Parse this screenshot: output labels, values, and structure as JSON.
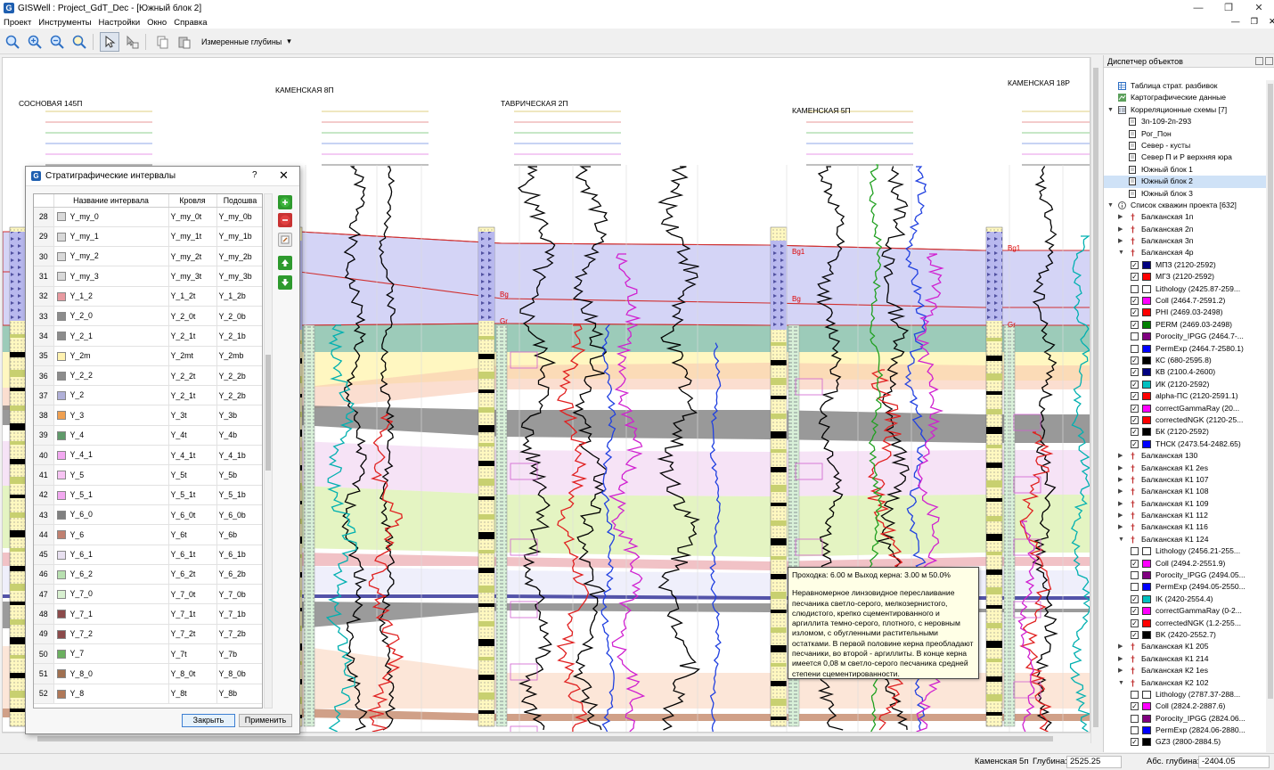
{
  "window": {
    "title": "GISWell : Project_GdT_Dec - [Южный блок 2]",
    "logo": "G",
    "min": "—",
    "max": "❐",
    "close": "✕",
    "inner_min": "—",
    "inner_max": "❐",
    "inner_close": "✕"
  },
  "menu": [
    "Проект",
    "Инструменты",
    "Настройки",
    "Окно",
    "Справка"
  ],
  "toolbar": {
    "depth_mode": "Измеренные глубины",
    "dropdown": "▾"
  },
  "wells": [
    {
      "name": "СОСНОВАЯ 145П"
    },
    {
      "name": "КАМЕНСКАЯ 8П"
    },
    {
      "name": "ТАВРИЧЕСКАЯ 2П"
    },
    {
      "name": "КАМЕНСКАЯ 5П"
    },
    {
      "name": "КАМЕНСКАЯ 18Р"
    }
  ],
  "markers": [
    "Bg1",
    "Bg",
    "Gr"
  ],
  "tooltip": {
    "line1": "Проходка: 6.00 м  Выход керна: 3.00 м 50.0%",
    "body": "Неравномерное линзовидное переслаивание песчаника светло-серого, мелкозернистого, слюдистого, крепко сцементированного и аргиллита темно-серого, плотного, с неровным изломом, с обугленными растительными остатками. В первой половине керна преобладают песчаники, во второй - аргиллиты. В конце керна имеется 0,08 м светло-серого песчаника средней степени сцементированности."
  },
  "dialog": {
    "logo": "G",
    "title": "Стратиграфические интервалы",
    "help": "?",
    "close": "✕",
    "columns": [
      "Название интервала",
      "Кровля",
      "Подошва"
    ],
    "rows": [
      {
        "n": "28",
        "name": "Y_my_0",
        "top": "Y_my_0t",
        "bot": "Y_my_0b",
        "color": "#d9d9d9"
      },
      {
        "n": "29",
        "name": "Y_my_1",
        "top": "Y_my_1t",
        "bot": "Y_my_1b",
        "color": "#d9d9d9"
      },
      {
        "n": "30",
        "name": "Y_my_2",
        "top": "Y_my_2t",
        "bot": "Y_my_2b",
        "color": "#d9d9d9"
      },
      {
        "n": "31",
        "name": "Y_my_3",
        "top": "Y_my_3t",
        "bot": "Y_my_3b",
        "color": "#d9d9d9"
      },
      {
        "n": "32",
        "name": "Y_1_2",
        "top": "Y_1_2t",
        "bot": "Y_1_2b",
        "color": "#e89aa0"
      },
      {
        "n": "33",
        "name": "Y_2_0",
        "top": "Y_2_0t",
        "bot": "Y_2_0b",
        "color": "#8c8c8c"
      },
      {
        "n": "34",
        "name": "Y_2_1",
        "top": "Y_2_1t",
        "bot": "Y_2_1b",
        "color": "#8c8c8c"
      },
      {
        "n": "35",
        "name": "Y_2m",
        "top": "Y_2mt",
        "bot": "Y_2mb",
        "color": "#fff2b0"
      },
      {
        "n": "36",
        "name": "Y_2_2",
        "top": "Y_2_2t",
        "bot": "Y_2_2b",
        "color": "#8c8c8c"
      },
      {
        "n": "37",
        "name": "Y_2",
        "top": "Y_2_1t",
        "bot": "Y_2_2b",
        "color": "#b0b0d8"
      },
      {
        "n": "38",
        "name": "Y_3",
        "top": "Y_3t",
        "bot": "Y_3b",
        "color": "#f0a050"
      },
      {
        "n": "39",
        "name": "Y_4",
        "top": "Y_4t",
        "bot": "Y_4b",
        "color": "#5f9a6a"
      },
      {
        "n": "40",
        "name": "Y_4_1",
        "top": "Y_4_1t",
        "bot": "Y_4_1b",
        "color": "#f2a8f0"
      },
      {
        "n": "41",
        "name": "Y_5",
        "top": "Y_5t",
        "bot": "Y_5b",
        "color": "#f7c3f3"
      },
      {
        "n": "42",
        "name": "Y_5_1",
        "top": "Y_5_1t",
        "bot": "Y_5_1b",
        "color": "#f2a8f0"
      },
      {
        "n": "43",
        "name": "Y_6_0",
        "top": "Y_6_0t",
        "bot": "Y_6_0b",
        "color": "#808080"
      },
      {
        "n": "44",
        "name": "Y_6",
        "top": "Y_6t",
        "bot": "Y_6b",
        "color": "#c08070"
      },
      {
        "n": "45",
        "name": "Y_6_1",
        "top": "Y_6_1t",
        "bot": "Y_6_1b",
        "color": "#e8e0f0"
      },
      {
        "n": "46",
        "name": "Y_6_2",
        "top": "Y_6_2t",
        "bot": "Y_6_2b",
        "color": "#b8e0b0"
      },
      {
        "n": "47",
        "name": "Y_7_0",
        "top": "Y_7_0t",
        "bot": "Y_7_0b",
        "color": "#d8f0d0"
      },
      {
        "n": "48",
        "name": "Y_7_1",
        "top": "Y_7_1t",
        "bot": "Y_7_1b",
        "color": "#8b4a4a"
      },
      {
        "n": "49",
        "name": "Y_7_2",
        "top": "Y_7_2t",
        "bot": "Y_7_2b",
        "color": "#8b4a4a"
      },
      {
        "n": "50",
        "name": "Y_7",
        "top": "Y_7t",
        "bot": "Y_7b",
        "color": "#6cb060"
      },
      {
        "n": "51",
        "name": "Y_8_0",
        "top": "Y_8_0t",
        "bot": "Y_8_0b",
        "color": "#a07050"
      },
      {
        "n": "52",
        "name": "Y_8",
        "top": "Y_8t",
        "bot": "Y_8b",
        "color": "#b07858"
      }
    ],
    "close_btn": "Закрыть",
    "apply_btn": "Применить"
  },
  "panel": {
    "title": "Диспетчер объектов",
    "items": [
      {
        "level": 0,
        "arrow": "",
        "icon": "table",
        "label": "Таблица страт. разбивок"
      },
      {
        "level": 0,
        "arrow": "",
        "icon": "map",
        "label": "Картографические данные"
      },
      {
        "level": 0,
        "arrow": "▼",
        "icon": "scheme",
        "label": "Корреляционные схемы [7]"
      },
      {
        "level": 1,
        "arrow": "",
        "icon": "doc",
        "label": "3п-109-2п-293"
      },
      {
        "level": 1,
        "arrow": "",
        "icon": "doc",
        "label": "Рог_Пон"
      },
      {
        "level": 1,
        "arrow": "",
        "icon": "doc",
        "label": "Север - кусты"
      },
      {
        "level": 1,
        "arrow": "",
        "icon": "doc",
        "label": "Север П и Р верхняя юра"
      },
      {
        "level": 1,
        "arrow": "",
        "icon": "doc",
        "label": "Южный блок 1"
      },
      {
        "level": 1,
        "arrow": "",
        "icon": "doc",
        "label": "Южный блок 2",
        "selected": true
      },
      {
        "level": 1,
        "arrow": "",
        "icon": "doc",
        "label": "Южный блок 3"
      },
      {
        "level": 0,
        "arrow": "▼",
        "icon": "info",
        "label": "Список скважин проекта [632]"
      },
      {
        "level": 1,
        "arrow": "▶",
        "icon": "well",
        "label": "Балканская 1п"
      },
      {
        "level": 1,
        "arrow": "▶",
        "icon": "well",
        "label": "Балканская 2п"
      },
      {
        "level": 1,
        "arrow": "▶",
        "icon": "well",
        "label": "Балканская 3п"
      },
      {
        "level": 1,
        "arrow": "▼",
        "icon": "well",
        "label": "Балканская 4р"
      },
      {
        "level": 2,
        "check": true,
        "color": "#000080",
        "label": "МПЗ (2120-2592)"
      },
      {
        "level": 2,
        "check": true,
        "color": "#ff0000",
        "label": "МГЗ (2120-2592)"
      },
      {
        "level": 2,
        "check": false,
        "color": "#ffffff",
        "label": "Lithology (2425.87-259..."
      },
      {
        "level": 2,
        "check": true,
        "color": "#ff00ff",
        "label": "Coll (2464.7-2591.2)"
      },
      {
        "level": 2,
        "check": true,
        "color": "#ff0000",
        "label": "PHI (2469.03-2498)"
      },
      {
        "level": 2,
        "check": true,
        "color": "#008000",
        "label": "PERM (2469.03-2498)"
      },
      {
        "level": 2,
        "check": false,
        "color": "#800080",
        "label": "Porocity_IPGG (2464.7-..."
      },
      {
        "level": 2,
        "check": false,
        "color": "#0000ff",
        "label": "PermExp (2464.7-2580.1)"
      },
      {
        "level": 2,
        "check": true,
        "color": "#000000",
        "label": "КС (680-2595.8)"
      },
      {
        "level": 2,
        "check": true,
        "color": "#000080",
        "label": "КВ (2100.4-2600)"
      },
      {
        "level": 2,
        "check": true,
        "color": "#00c0c0",
        "label": "ИК (2120-2592)"
      },
      {
        "level": 2,
        "check": true,
        "color": "#ff0000",
        "label": "alpha-ПС (2120-2591.1)"
      },
      {
        "level": 2,
        "check": true,
        "color": "#ff00ff",
        "label": "correctGammaRay (20..."
      },
      {
        "level": 2,
        "check": true,
        "color": "#ff0000",
        "label": "correctedNGK (2120-25..."
      },
      {
        "level": 2,
        "check": true,
        "color": "#000000",
        "label": "БК (2120-2592)"
      },
      {
        "level": 2,
        "check": true,
        "color": "#0000ff",
        "label": "ТНСК (2473.54-2482.65)"
      },
      {
        "level": 1,
        "arrow": "▶",
        "icon": "well",
        "label": "Балканская 130"
      },
      {
        "level": 1,
        "arrow": "▶",
        "icon": "well",
        "label": "Балканская К1 2es"
      },
      {
        "level": 1,
        "arrow": "▶",
        "icon": "well",
        "label": "Балканская К1 107"
      },
      {
        "level": 1,
        "arrow": "▶",
        "icon": "well",
        "label": "Балканская К1 108"
      },
      {
        "level": 1,
        "arrow": "▶",
        "icon": "well",
        "label": "Балканская К1 109"
      },
      {
        "level": 1,
        "arrow": "▶",
        "icon": "well",
        "label": "Балканская К1 112"
      },
      {
        "level": 1,
        "arrow": "▶",
        "icon": "well",
        "label": "Балканская К1 116"
      },
      {
        "level": 1,
        "arrow": "▼",
        "icon": "well",
        "label": "Балканская К1 124"
      },
      {
        "level": 2,
        "check": false,
        "color": "#ffffff",
        "label": "Lithology (2456.21-255..."
      },
      {
        "level": 2,
        "check": true,
        "color": "#ff00ff",
        "label": "Coll (2494.2-2551.9)"
      },
      {
        "level": 2,
        "check": false,
        "color": "#800080",
        "label": "Porocity_IPGG (2494.05..."
      },
      {
        "level": 2,
        "check": false,
        "color": "#0000ff",
        "label": "PermExp (2494.05-2550..."
      },
      {
        "level": 2,
        "check": true,
        "color": "#00c0c0",
        "label": "IK (2420-2554.4)"
      },
      {
        "level": 2,
        "check": true,
        "color": "#ff00ff",
        "label": "correctGammaRay (0-2..."
      },
      {
        "level": 2,
        "check": true,
        "color": "#ff0000",
        "label": "correctedNGK (1.2-255..."
      },
      {
        "level": 2,
        "check": true,
        "color": "#000000",
        "label": "BK (2420-2552.7)"
      },
      {
        "level": 1,
        "arrow": "▶",
        "icon": "well",
        "label": "Балканская К1 205"
      },
      {
        "level": 1,
        "arrow": "▶",
        "icon": "well",
        "label": "Балканская К1 214"
      },
      {
        "level": 1,
        "arrow": "▶",
        "icon": "well",
        "label": "Балканская К2 1es"
      },
      {
        "level": 1,
        "arrow": "▼",
        "icon": "well",
        "label": "Балканская К2 102"
      },
      {
        "level": 2,
        "check": false,
        "color": "#ffffff",
        "label": "Lithology (2787.37-288..."
      },
      {
        "level": 2,
        "check": true,
        "color": "#ff00ff",
        "label": "Coll (2824.2-2887.6)"
      },
      {
        "level": 2,
        "check": false,
        "color": "#800080",
        "label": "Porocity_IPGG (2824.06..."
      },
      {
        "level": 2,
        "check": false,
        "color": "#0000ff",
        "label": "PermExp (2824.06-2880..."
      },
      {
        "level": 2,
        "check": true,
        "color": "#000000",
        "label": "GZ3 (2800-2884.5)"
      }
    ]
  },
  "status": {
    "well_name": "Каменская 5п",
    "depth_label": "Глубина:",
    "depth_value": "2525.25",
    "abs_label": "Абс. глубина:",
    "abs_value": "-2404.05"
  }
}
